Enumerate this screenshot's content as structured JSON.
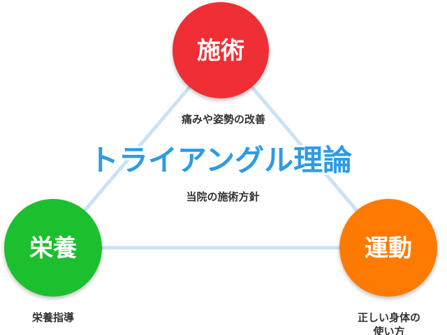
{
  "title": "トライアングル理論",
  "subtitle_top": "痛みや姿勢の改善",
  "subtitle_bottom": "当院の施術方針",
  "nodes": {
    "top": {
      "label": "施術",
      "color": "#f02d34"
    },
    "left": {
      "label": "栄養",
      "caption": "栄養指導",
      "color": "#1fbf2f"
    },
    "right": {
      "label": "運動",
      "caption_line1": "正しい身体の",
      "caption_line2": "使い方",
      "color": "#ff7a00"
    }
  },
  "colors": {
    "title": "#2d9be6",
    "triangle_line": "#c9e2f6"
  }
}
